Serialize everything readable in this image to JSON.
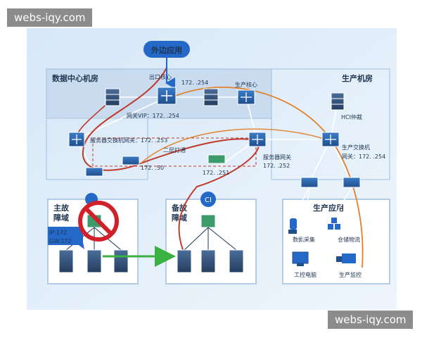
{
  "watermark_top": "webs-iqy.com",
  "watermark_bottom": "webs-iqy.com",
  "nodes": {
    "internet": "外边应用",
    "exit_core": "出口核心",
    "ip_254": "172.  .254",
    "prod_core": "生产核心",
    "gateway_vip": "网关VIP：172.  .254",
    "server_switch_gw": "服务器交换机网关：172.  .253",
    "layer2": "二层打通",
    "ip_50": "172.  .50",
    "ip_251": "172.  .251",
    "server_gw_label": "服务器网关",
    "server_gw_ip": "172.  .252",
    "hci_arbiter": "HCI仲裁",
    "prod_switch_label": "生产交换机",
    "prod_switch_gw": "网关：172.  .254"
  },
  "areas": {
    "dc_room": "数据中心机房",
    "prod_room": "生产机房",
    "primary_l1": "主故",
    "primary_l2": "障域",
    "backup_l1": "备故",
    "backup_l2": "障域",
    "prod_apps": "生产应用"
  },
  "primary_info": {
    "ip": "IP:172",
    "gw": "GW:172"
  },
  "apps": {
    "data_collect": "数据采集",
    "warehouse": "仓储物流",
    "ipc": "工控电脑",
    "monitor": "生产监控"
  },
  "colors": {
    "accent_blue": "#2468c8",
    "failover_red": "#c0392b",
    "path_orange": "#e0822f",
    "migrate_green": "#3bb143",
    "forbid_red": "#d0202a"
  }
}
